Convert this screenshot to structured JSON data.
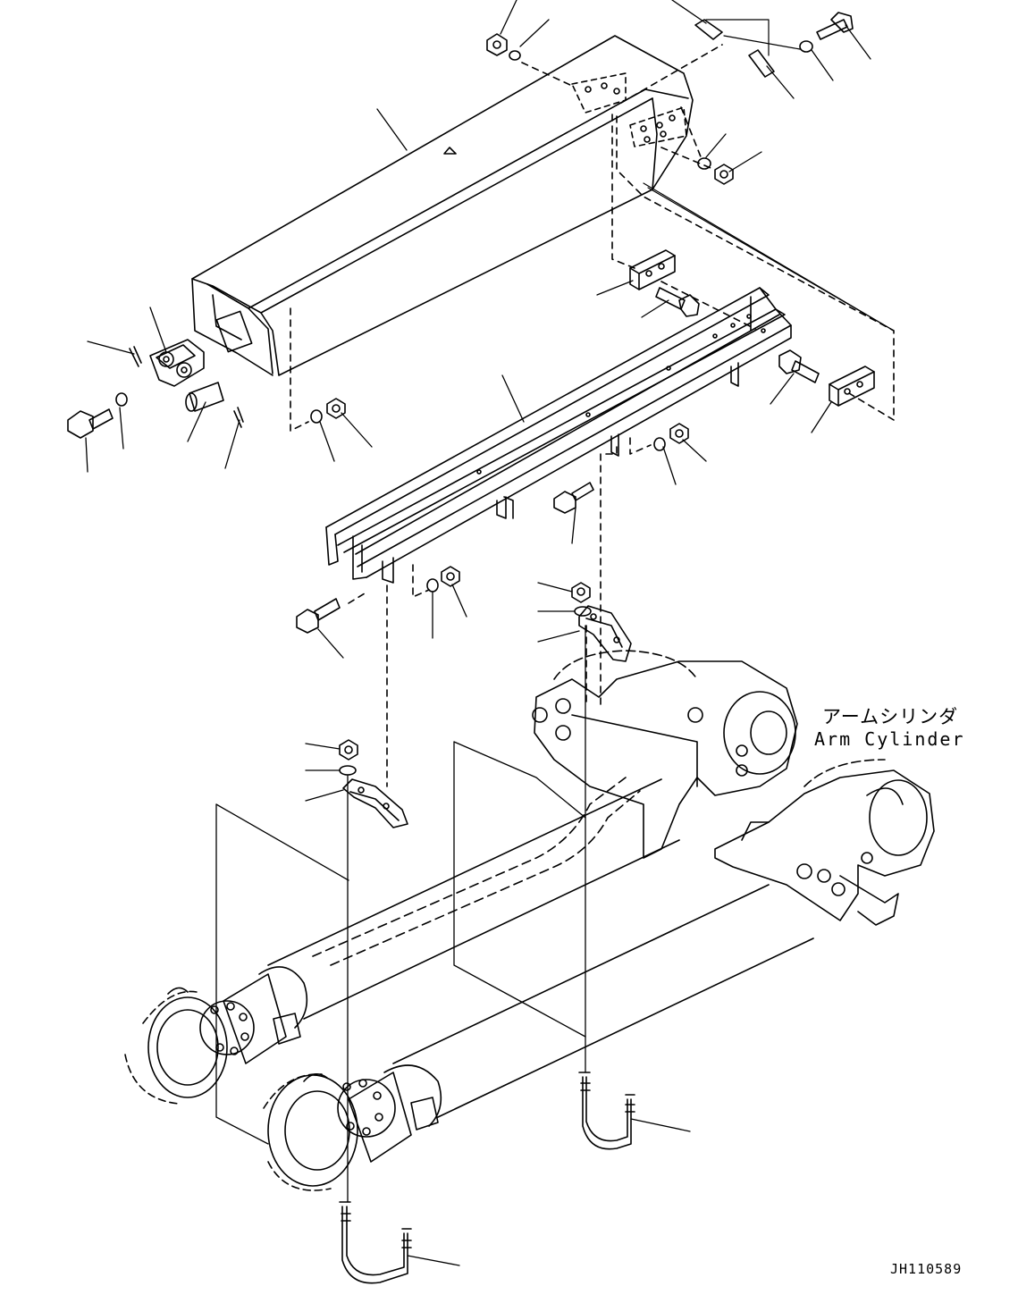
{
  "figure": {
    "label_jp": "アームシリンダ",
    "label_en": "Arm Cylinder",
    "drawing_number": "JH110589"
  },
  "colors": {
    "line": "#000000",
    "background": "#ffffff"
  }
}
